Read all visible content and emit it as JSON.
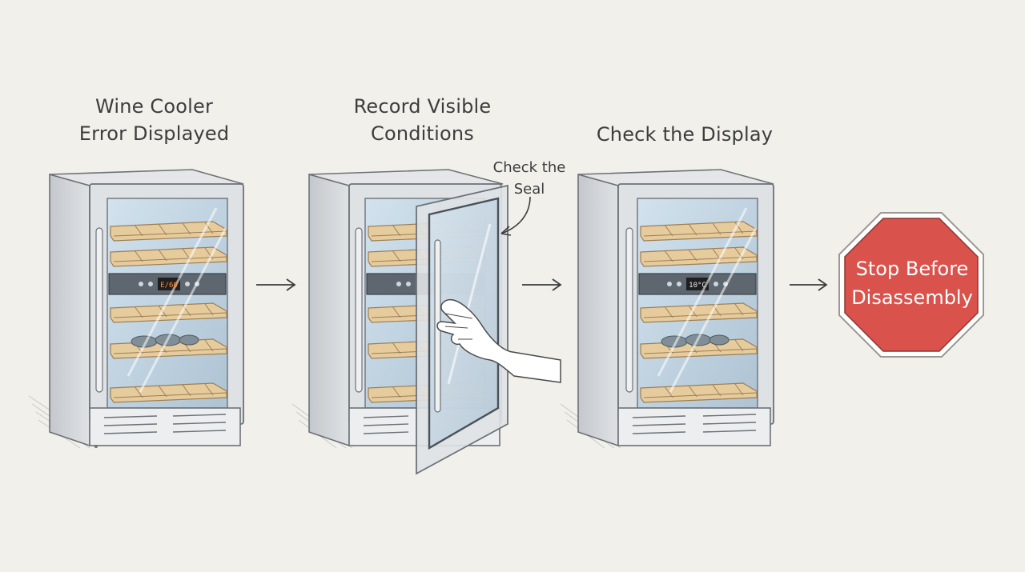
{
  "steps": [
    {
      "title_lines": [
        "Wine Cooler",
        "Error Displayed"
      ],
      "display_reading": "E/60"
    },
    {
      "title_lines": [
        "Record Visible",
        "Conditions"
      ],
      "callout_lines": [
        "Check the",
        "Seal"
      ]
    },
    {
      "title_lines": [
        "Check the Display"
      ],
      "display_reading": "10°C"
    }
  ],
  "stop_sign": {
    "lines": [
      "Stop Before",
      "Disassembly"
    ],
    "color": "#d9524b"
  },
  "colors": {
    "background": "#f1f0ea",
    "shelf": "#e3c79a",
    "panel": "#5e6670",
    "glass": "#c8d9e6",
    "body": "#dcdfe2"
  }
}
